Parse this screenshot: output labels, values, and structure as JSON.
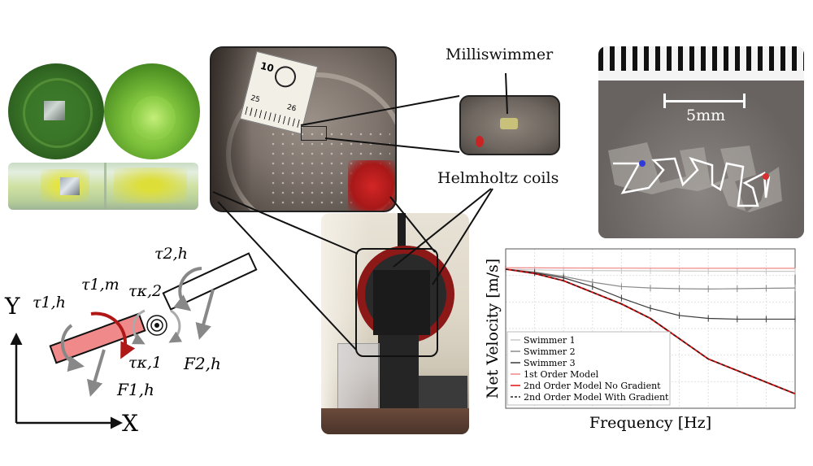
{
  "labels": {
    "milliswimmer": "Milliswimmer",
    "helmholtz": "Helmholtz coils",
    "scale": "5mm",
    "ruler_marks": [
      "10",
      "25",
      "26"
    ]
  },
  "diagram": {
    "axis_y": "Y",
    "axis_x": "X",
    "tau_1h": "τ1,h",
    "tau_1m": "τ1,m",
    "tau_k2": "τκ,2",
    "tau_k1": "τκ,1",
    "tau_2h": "τ2,h",
    "F_1h": "F1,h",
    "F_2h": "F2,h"
  },
  "chart_data": {
    "type": "line",
    "xlabel": "Frequency [Hz]",
    "ylabel": "Net Velocity [m/s]",
    "legend_position": "bottom-left",
    "grid": true,
    "legend": [
      {
        "name": "Swimmer 1",
        "color": "#c8c8c8",
        "style": "errorbar"
      },
      {
        "name": "Swimmer 2",
        "color": "#8a8a8a",
        "style": "errorbar"
      },
      {
        "name": "Swimmer 3",
        "color": "#3a3a3a",
        "style": "errorbar"
      },
      {
        "name": "1st Order Model",
        "color": "#ee8888",
        "style": "solid"
      },
      {
        "name": "2nd Order Model No Gradient",
        "color": "#dd1111",
        "style": "solid"
      },
      {
        "name": "2nd Order Model With Gradient",
        "color": "#222222",
        "style": "dashed"
      }
    ],
    "series": [
      {
        "name": "Swimmer 1",
        "x": [
          0.0,
          0.1,
          0.2,
          0.3,
          0.4,
          0.5,
          0.6,
          0.7,
          0.8,
          0.9,
          1.0
        ],
        "y": [
          0.96,
          0.955,
          0.952,
          0.95,
          0.949,
          0.948,
          0.947,
          0.946,
          0.946,
          0.945,
          0.945
        ]
      },
      {
        "name": "Swimmer 2",
        "x": [
          0.0,
          0.1,
          0.2,
          0.3,
          0.4,
          0.5,
          0.6,
          0.7,
          0.8,
          0.9,
          1.0
        ],
        "y": [
          0.96,
          0.94,
          0.91,
          0.87,
          0.84,
          0.83,
          0.825,
          0.823,
          0.825,
          0.828,
          0.83
        ]
      },
      {
        "name": "Swimmer 3",
        "x": [
          0.0,
          0.1,
          0.2,
          0.3,
          0.4,
          0.5,
          0.6,
          0.7,
          0.8,
          0.9,
          1.0
        ],
        "y": [
          0.96,
          0.935,
          0.9,
          0.84,
          0.76,
          0.69,
          0.64,
          0.62,
          0.615,
          0.615,
          0.615
        ]
      },
      {
        "name": "1st Order Model",
        "x": [
          0.0,
          0.2,
          0.4,
          0.6,
          0.8,
          1.0
        ],
        "y": [
          0.97,
          0.968,
          0.967,
          0.966,
          0.966,
          0.966
        ]
      },
      {
        "name": "2nd Order Model No Gradient",
        "x": [
          0.0,
          0.1,
          0.2,
          0.3,
          0.4,
          0.5,
          0.6,
          0.7,
          0.8,
          0.9,
          1.0
        ],
        "y": [
          0.96,
          0.93,
          0.88,
          0.8,
          0.72,
          0.62,
          0.48,
          0.34,
          0.26,
          0.18,
          0.1
        ]
      },
      {
        "name": "2nd Order Model With Gradient",
        "x": [
          0.0,
          0.1,
          0.2,
          0.3,
          0.4,
          0.5,
          0.6,
          0.7,
          0.8,
          0.9,
          1.0
        ],
        "y": [
          0.96,
          0.93,
          0.88,
          0.8,
          0.72,
          0.62,
          0.48,
          0.34,
          0.26,
          0.18,
          0.1
        ]
      }
    ],
    "xlim": [
      0,
      1
    ],
    "ylim": [
      0,
      1.1
    ]
  }
}
